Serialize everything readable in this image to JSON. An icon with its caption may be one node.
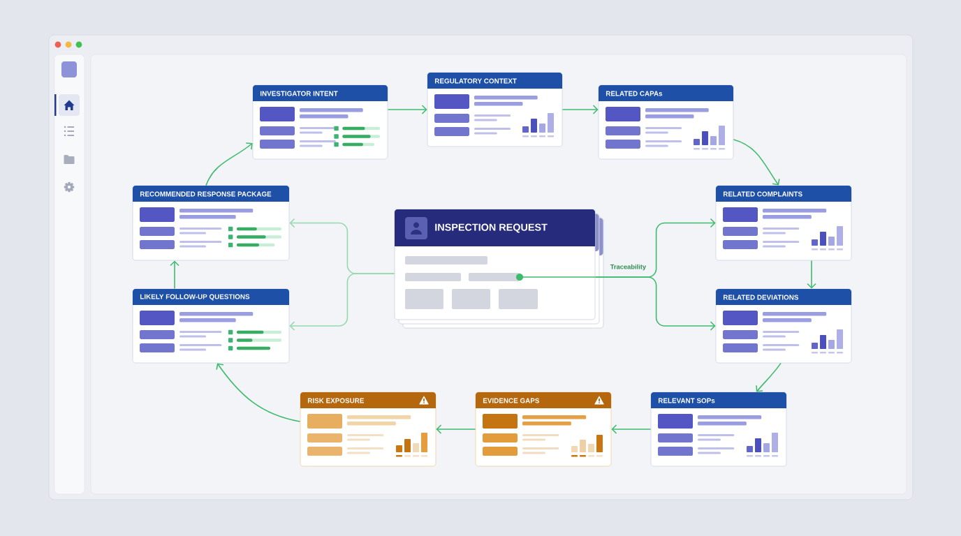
{
  "diagram": {
    "nodes": [
      {
        "text": [
          "INVESTIGATOR INTENT"
        ]
      },
      {
        "text": [
          "REGULATORY CONTEXT"
        ]
      },
      {
        "text": [
          "RELATED CAPAs"
        ]
      },
      {
        "text": [
          "RECOMMENDED RESPONSE PACKAGE"
        ]
      },
      {
        "text": [
          "INSPECTION REQUEST"
        ]
      },
      {
        "text": [
          "RELATED COMPLAINTS"
        ]
      },
      {
        "text": [
          "RELATED DEVIATIONS"
        ]
      },
      {
        "text": [
          "LIKELY FOLLOW-UP QUESTIONS"
        ]
      },
      {
        "text": [
          "RISK EXPOSURE"
        ]
      },
      {
        "text": [
          "EVIDENCE GAPS"
        ]
      },
      {
        "text": [
          "RELEVANT SOPs"
        ]
      }
    ],
    "edges": [
      {
        "from": 3,
        "to": 0,
        "arrow": "to"
      },
      {
        "from": 0,
        "to": 1,
        "arrow": "to"
      },
      {
        "from": 1,
        "to": 2,
        "arrow": "to"
      },
      {
        "from": 2,
        "to": 5,
        "arrow": "to"
      },
      {
        "from": 5,
        "to": 6,
        "arrow": "to"
      },
      {
        "from": 6,
        "to": 10,
        "arrow": "to"
      },
      {
        "from": 10,
        "to": 9,
        "arrow": "to"
      },
      {
        "from": 9,
        "to": 8,
        "arrow": "to"
      },
      {
        "from": 8,
        "to": 7,
        "arrow": "to"
      },
      {
        "from": 7,
        "to": 3,
        "arrow": "to"
      },
      {
        "from": 4,
        "to": 3,
        "arrow": "to",
        "color": "#93d9ad"
      },
      {
        "from": 4,
        "to": 7,
        "arrow": "to",
        "color": "#93d9ad"
      },
      {
        "from": 4,
        "to": 5,
        "arrow": "to",
        "label": "Traceability"
      },
      {
        "from": 4,
        "to": 6,
        "arrow": "to"
      }
    ]
  }
}
